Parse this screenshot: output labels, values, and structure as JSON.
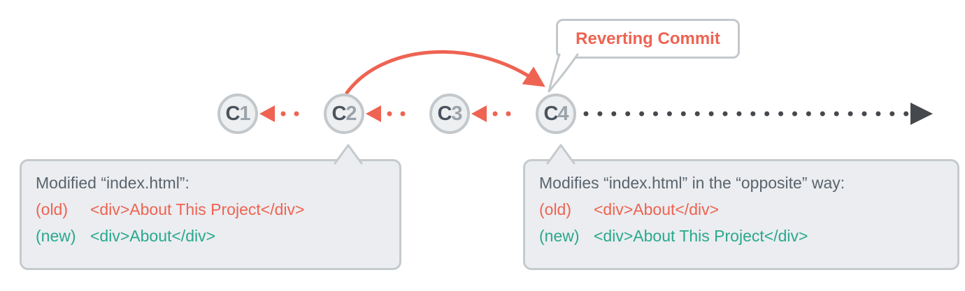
{
  "diagram": {
    "type": "git-revert-commit-diagram",
    "colors": {
      "accent_red": "#ee6352",
      "accent_green": "#29a88d",
      "node_fill": "#edeff1",
      "node_border": "#c3c8cc",
      "node_letter": "#4b545e",
      "node_number": "#9aa3ab",
      "note_fill": "#ebedf0",
      "note_border": "#c5cacd",
      "note_title_text": "#5a646d",
      "timeline_dark": "#45494d"
    },
    "commits": [
      {
        "prefix": "C",
        "number": "1"
      },
      {
        "prefix": "C",
        "number": "2"
      },
      {
        "prefix": "C",
        "number": "3"
      },
      {
        "prefix": "C",
        "number": "4"
      }
    ],
    "callout": {
      "label": "Reverting Commit"
    },
    "left_note": {
      "title": "Modified “index.html”:",
      "old_label": "(old)",
      "old_code": "<div>About This Project</div>",
      "new_label": "(new)",
      "new_code": "<div>About</div>"
    },
    "right_note": {
      "title": "Modifies “index.html” in the “opposite” way:",
      "old_label": "(old)",
      "old_code": "<div>About</div>",
      "new_label": "(new)",
      "new_code": "<div>About This Project</div>"
    }
  }
}
